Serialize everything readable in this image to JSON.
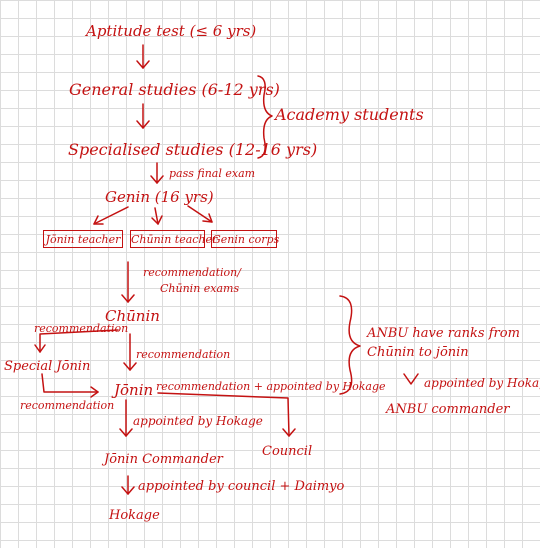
{
  "nodes": {
    "aptitude_test": "Aptitude test (≤ 6 yrs)",
    "general_studies": "General studies (6-12 yrs)",
    "specialised_studies": "Specialised studies (12-16 yrs)",
    "academy_students": "Academy students",
    "genin": "Genin (16 yrs)",
    "jonin_teacher": "Jōnin teacher",
    "chunin_teacher": "Chūnin teacher",
    "genin_corps": "Genin corps",
    "chunin": "Chūnin",
    "special_jonin": "Special Jōnin",
    "jonin": "Jōnin",
    "council": "Council",
    "jonin_commander": "Jōnin Commander",
    "hokage": "Hokage",
    "anbu_note_line1": "ANBU have ranks from",
    "anbu_note_line2": "Chūnin to jōnin",
    "anbu_commander": "ANBU commander"
  },
  "edge_labels": {
    "pass_final_exam": "pass final exam",
    "recommendation_chunin_exams_line1": "recommendation/",
    "recommendation_chunin_exams_line2": "Chūnin exams",
    "recommendation_to_special": "recommendation",
    "recommendation_chunin_to_jonin": "recommendation",
    "recommendation_special_to_jonin": "recommendation",
    "recommendation_appointed_council": "recommendation + appointed by Hokage",
    "appointed_by_hokage": "appointed by Hokage",
    "appointed_by_council_daimyo": "appointed by council + Daimyo",
    "anbu_appointed_by_hokage": "appointed by Hokage"
  },
  "ink_color": "#c41212",
  "grid_color": "#dcdcdc"
}
